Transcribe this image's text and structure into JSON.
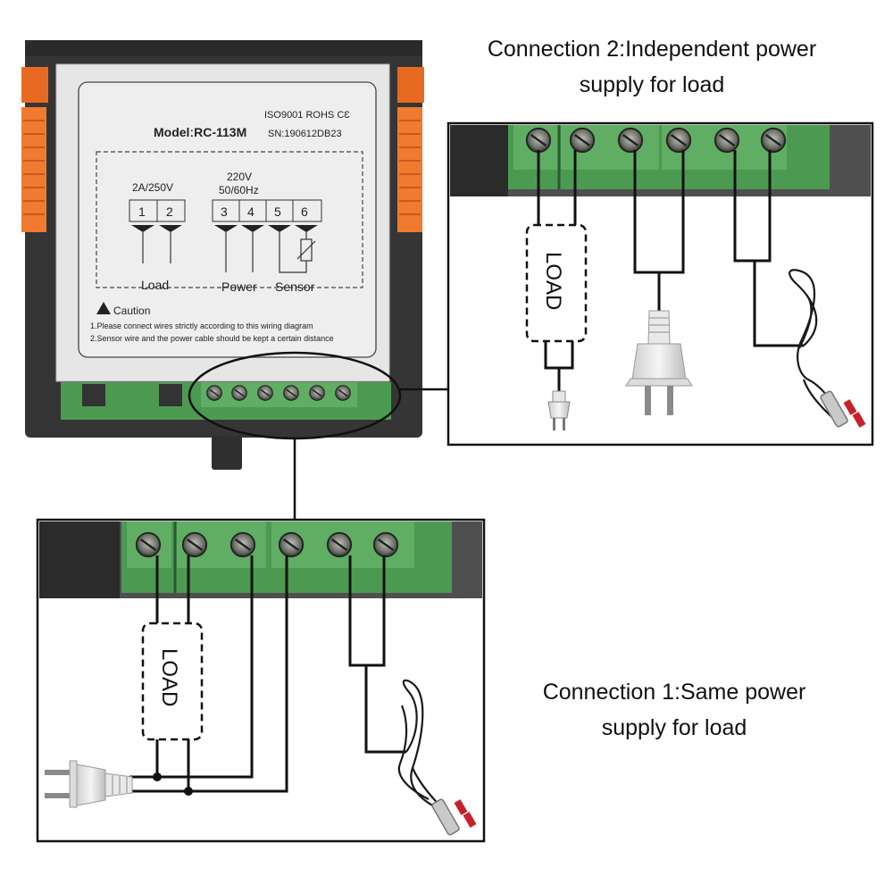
{
  "controller": {
    "model": "ModelːRC-113M",
    "certification": "ISO9001 ROHS ϹƐ",
    "serial": "SN:190612DB23",
    "load_rating": "2A/250V",
    "power_rating": "220V",
    "power_freq": "50/60Hz",
    "terminals": [
      "1",
      "2",
      "3",
      "4",
      "5",
      "6"
    ],
    "group_labels": {
      "load": "Load",
      "power": "Power",
      "sensor": "Sensor"
    },
    "caution_title": "Caution",
    "caution_lines": [
      "1.Please connect wires strictly according to this wiring diagram",
      "2.Sensor wire and the power cable should be kept a certain distance"
    ]
  },
  "connection2": {
    "title_line1": "Connection 2:Independent power",
    "title_line2": "supply for load",
    "load_label": "LOAD"
  },
  "connection1": {
    "title_line1": "Connection 1:Same power",
    "title_line2": "supply for load",
    "load_label": "LOAD"
  },
  "colors": {
    "pcb_green": "#4c9a52",
    "terminal_green": "#5fae63",
    "orange_clip": "#f07a30",
    "housing": "#3a3a3a",
    "label_panel": "#e4e4e4",
    "wire": "#111111"
  }
}
